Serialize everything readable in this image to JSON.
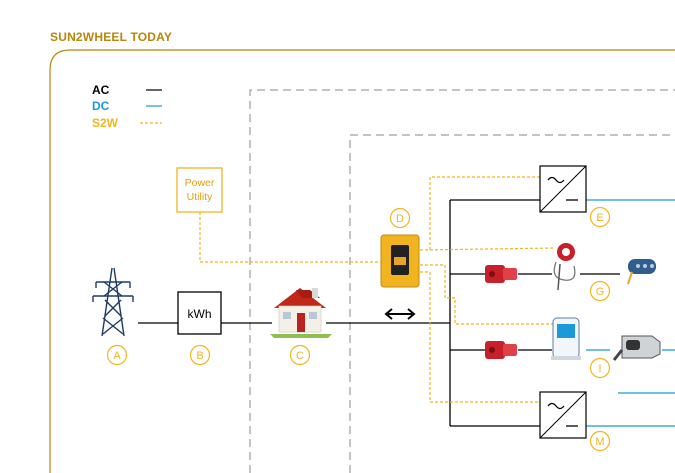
{
  "header": {
    "title": "SUN2WHEEL TODAY"
  },
  "legend": {
    "items": [
      {
        "label": "AC",
        "color": "#000000",
        "style": "solid"
      },
      {
        "label": "DC",
        "color": "#1a9ad6",
        "style": "solid"
      },
      {
        "label": "S2W",
        "color": "#f0b51f",
        "style": "dashed"
      }
    ]
  },
  "nodes": {
    "power_utility": {
      "line1": "Power",
      "line2": "Utility"
    },
    "meter": {
      "label": "kWh"
    }
  },
  "markers": {
    "a": "A",
    "b": "B",
    "c": "C",
    "d": "D",
    "e": "E",
    "g": "G",
    "i": "I",
    "m": "M"
  },
  "colors": {
    "accent": "#f0b51f",
    "dc": "#1a9ad6",
    "frame": "#b8860b",
    "dashed_frame": "#888888"
  }
}
